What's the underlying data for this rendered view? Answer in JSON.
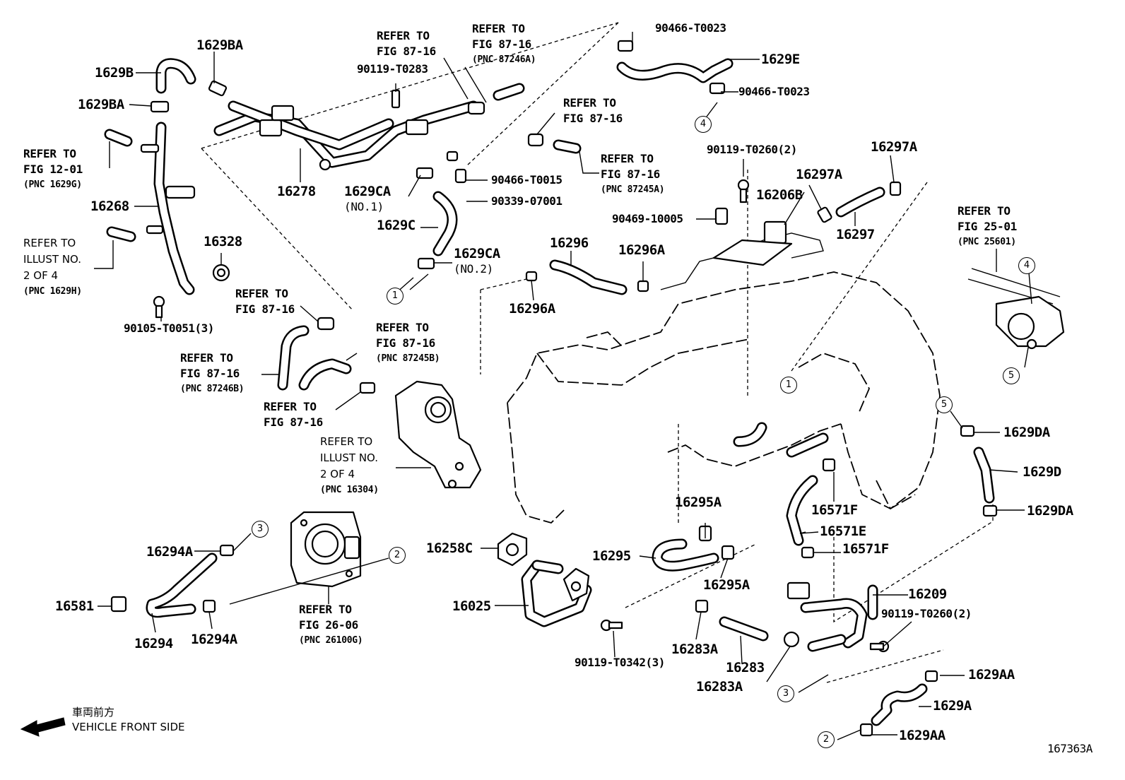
{
  "labels": {
    "l1629BA_top": "1629BA",
    "l1629B": "1629B",
    "l1629BA_left": "1629BA",
    "l16278": "16278",
    "l16268": "16268",
    "l16328": "16328",
    "l90105": "90105-T0051(3)",
    "l1629CA_1": "1629CA",
    "l1629CA_1_sub": "(NO.1)",
    "l1629C": "1629C",
    "l1629CA_2": "1629CA",
    "l1629CA_2_sub": "(NO.2)",
    "l90119_T0283": "90119-T0283",
    "l90466_T0015": "90466-T0015",
    "l90339": "90339-07001",
    "l90466_T0023_a": "90466-T0023",
    "l1629E": "1629E",
    "l90466_T0023_b": "90466-T0023",
    "l90119_T0260_top": "90119-T0260(2)",
    "l16206B": "16206B",
    "l90469": "90469-10005",
    "l16297A_a": "16297A",
    "l16297A_b": "16297A",
    "l16297": "16297",
    "l16296": "16296",
    "l16296A_a": "16296A",
    "l16296A_b": "16296A",
    "l1629DA_a": "1629DA",
    "l1629D": "1629D",
    "l1629DA_b": "1629DA",
    "l16295A_a": "16295A",
    "l16295": "16295",
    "l16295A_b": "16295A",
    "l16571F_a": "16571F",
    "l16571E": "16571E",
    "l16571F_b": "16571F",
    "l16258C": "16258C",
    "l16025": "16025",
    "l90119_T0342": "90119-T0342(3)",
    "l16283A_a": "16283A",
    "l16283": "16283",
    "l16283A_b": "16283A",
    "l16209": "16209",
    "l90119_T0260_bot": "90119-T0260(2)",
    "l1629AA_a": "1629AA",
    "l1629A": "1629A",
    "l1629AA_b": "1629AA",
    "l16294A_a": "16294A",
    "l16581": "16581",
    "l16294": "16294",
    "l16294A_b": "16294A",
    "diagram_id": "167363A"
  },
  "refs": {
    "r_fig12_01": [
      "REFER TO",
      "FIG 12-01",
      "(PNC 1629G)"
    ],
    "r_fig87_a": [
      "REFER TO",
      "FIG 87-16"
    ],
    "r_fig87_b": [
      "REFER TO",
      "FIG 87-16",
      "(PNC 87246A)"
    ],
    "r_fig87_c": [
      "REFER TO",
      "FIG 87-16"
    ],
    "r_fig87_d": [
      "REFER TO",
      "FIG 87-16",
      "(PNC 87245A)"
    ],
    "r_fig87_e": [
      "REFER TO",
      "FIG 87-16"
    ],
    "r_fig87_f": [
      "REFER TO",
      "FIG 87-16",
      "(PNC 87245B)"
    ],
    "r_fig87_g": [
      "REFER TO",
      "FIG 87-16",
      "(PNC 87246B)"
    ],
    "r_fig87_h": [
      "REFER TO",
      "FIG 87-16"
    ],
    "r_fig25_01": [
      "REFER TO",
      "FIG 25-01",
      "(PNC 25601)"
    ],
    "r_fig26_06": [
      "REFER TO",
      "FIG 26-06",
      "(PNC 26100G)"
    ]
  },
  "notes": {
    "n_illust_1629H": [
      "REFER TO",
      "ILLUST NO.",
      "2 OF 4",
      "(PNC 1629H)"
    ],
    "n_illust_16304": [
      "REFER TO",
      "ILLUST NO.",
      "2 OF 4",
      "(PNC 16304)"
    ]
  },
  "circles": {
    "c1": "1",
    "c2": "2",
    "c3": "3",
    "c4": "4",
    "c5": "5"
  },
  "front_side": {
    "jp": "車両前方",
    "en": "VEHICLE FRONT SIDE"
  }
}
